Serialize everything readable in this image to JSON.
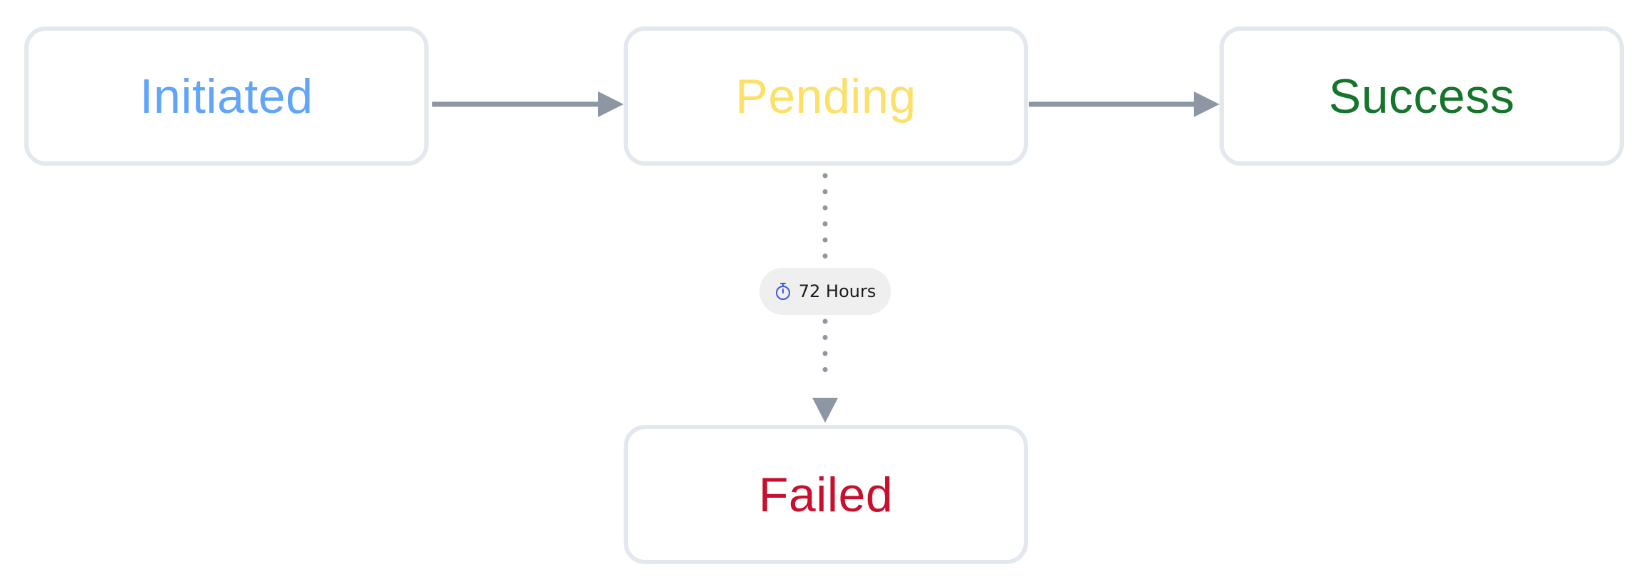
{
  "states": {
    "initiated": {
      "label": "Initiated",
      "color": "#60a5fa"
    },
    "pending": {
      "label": "Pending",
      "color": "#fde068"
    },
    "success": {
      "label": "Success",
      "color": "#15752b"
    },
    "failed": {
      "label": "Failed",
      "color": "#c8102e"
    }
  },
  "transitions": [
    {
      "from": "Initiated",
      "to": "Pending",
      "style": "solid"
    },
    {
      "from": "Pending",
      "to": "Success",
      "style": "solid"
    },
    {
      "from": "Pending",
      "to": "Failed",
      "style": "dotted",
      "label": "72 Hours",
      "icon": "stopwatch-icon"
    }
  ],
  "timeout": {
    "label": "72 Hours",
    "icon": "stopwatch-icon",
    "icon_color": "#3b5bdb"
  },
  "colors": {
    "node_border": "#e3e8ef",
    "connector": "#8d97a4",
    "pill_background": "#efefef"
  }
}
